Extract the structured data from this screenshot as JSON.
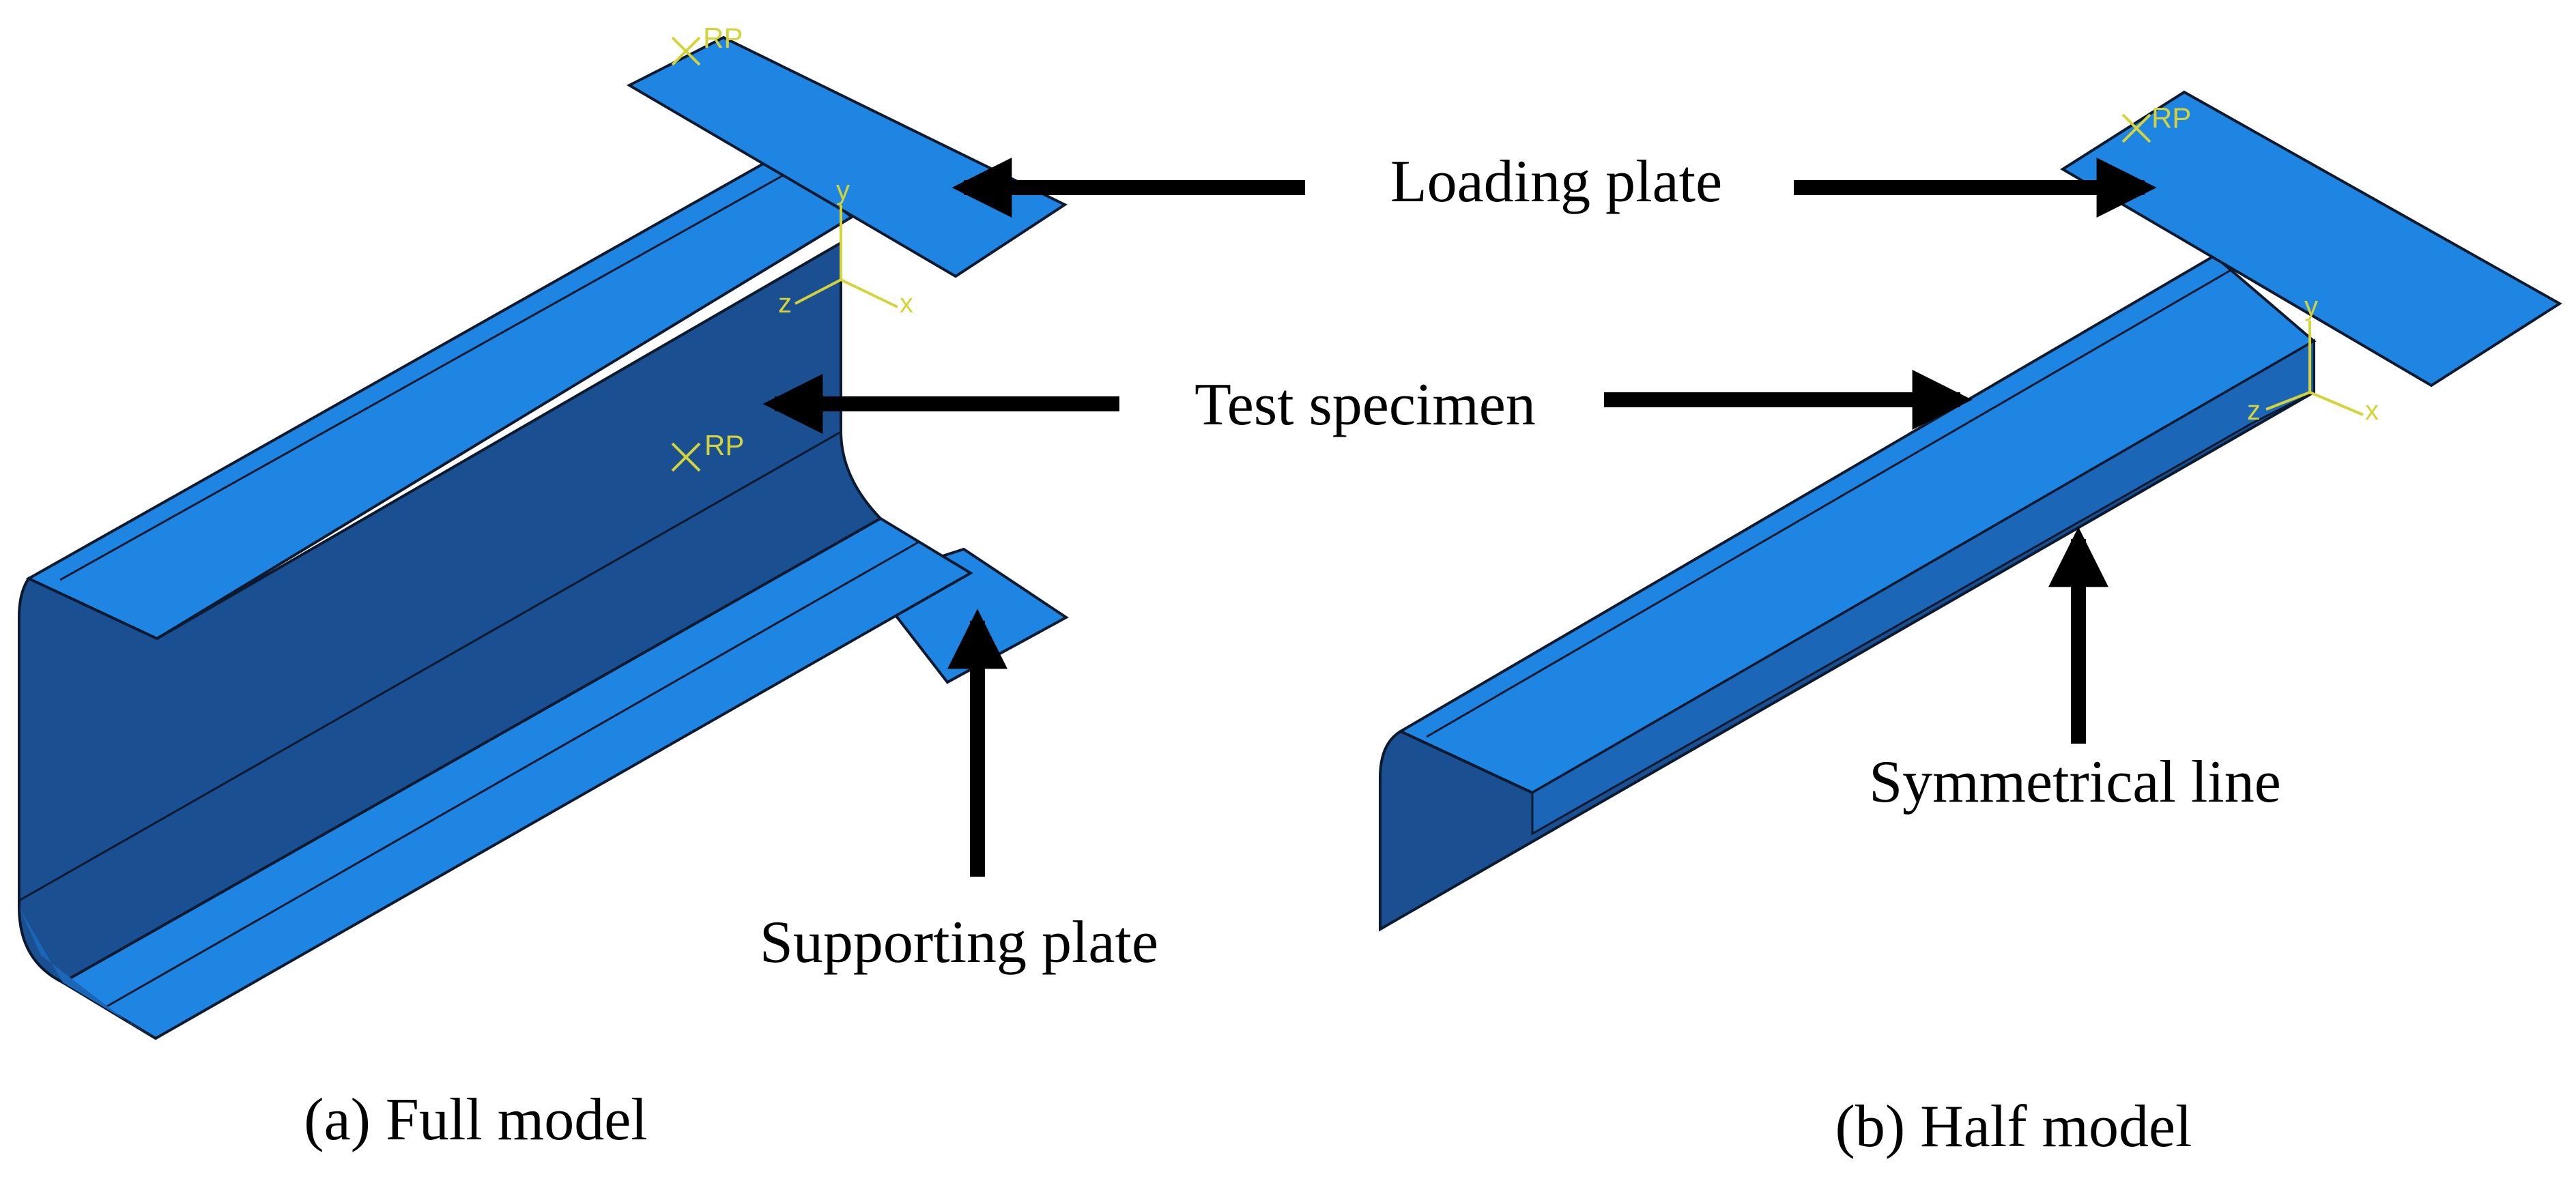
{
  "colors": {
    "face_light": "#1e86e2",
    "face_dark": "#1a4f92",
    "face_mid": "#1c66b8",
    "edge": "#0b1a2e",
    "annotation": "#d4d43a",
    "arrow": "#000000"
  },
  "labels": {
    "loading_plate": "Loading plate",
    "test_specimen": "Test specimen",
    "supporting_plate": "Supporting plate",
    "symmetrical_line": "Symmetrical line"
  },
  "captions": {
    "full_model": "(a) Full model",
    "half_model": "(b) Half model"
  },
  "annotations": {
    "reference_point": "RP",
    "axis_x": "x",
    "axis_y": "y",
    "axis_z": "z"
  },
  "icons": [
    "reference-point-icon",
    "axis-triad-icon",
    "arrow-icon"
  ]
}
